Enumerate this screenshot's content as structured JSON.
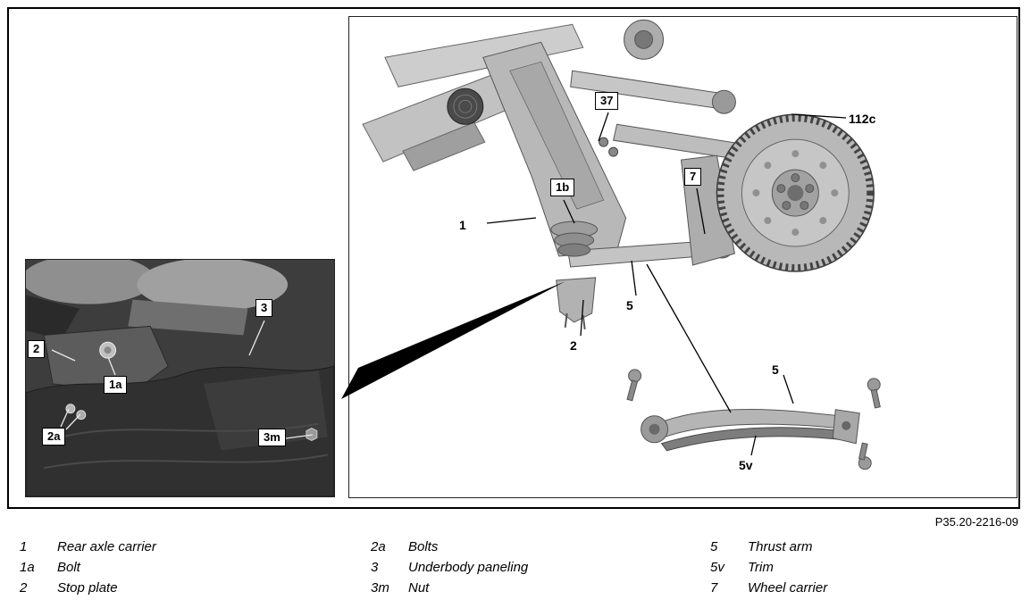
{
  "figure": {
    "ref": "P35.20-2216-09"
  },
  "callouts": {
    "main": [
      {
        "label": "1"
      },
      {
        "label": "1b"
      },
      {
        "label": "37"
      },
      {
        "label": "7"
      },
      {
        "label": "112c"
      },
      {
        "label": "2"
      },
      {
        "label": "5"
      },
      {
        "label": "5"
      },
      {
        "label": "5v"
      }
    ],
    "inset": [
      {
        "label": "2"
      },
      {
        "label": "1a"
      },
      {
        "label": "2a"
      },
      {
        "label": "3"
      },
      {
        "label": "3m"
      }
    ]
  },
  "legend": {
    "columns": [
      {
        "items": [
          {
            "key": "1",
            "label": "Rear axle carrier"
          },
          {
            "key": "1a",
            "label": "Bolt"
          },
          {
            "key": "2",
            "label": "Stop plate"
          }
        ]
      },
      {
        "items": [
          {
            "key": "2a",
            "label": "Bolts"
          },
          {
            "key": "3",
            "label": "Underbody paneling"
          },
          {
            "key": "3m",
            "label": "Nut"
          }
        ]
      },
      {
        "items": [
          {
            "key": "5",
            "label": "Thrust arm"
          },
          {
            "key": "5v",
            "label": "Trim"
          },
          {
            "key": "7",
            "label": "Wheel carrier"
          }
        ]
      }
    ]
  },
  "colors": {
    "frame": "#000000",
    "inset_background": "#3d3d3d"
  }
}
